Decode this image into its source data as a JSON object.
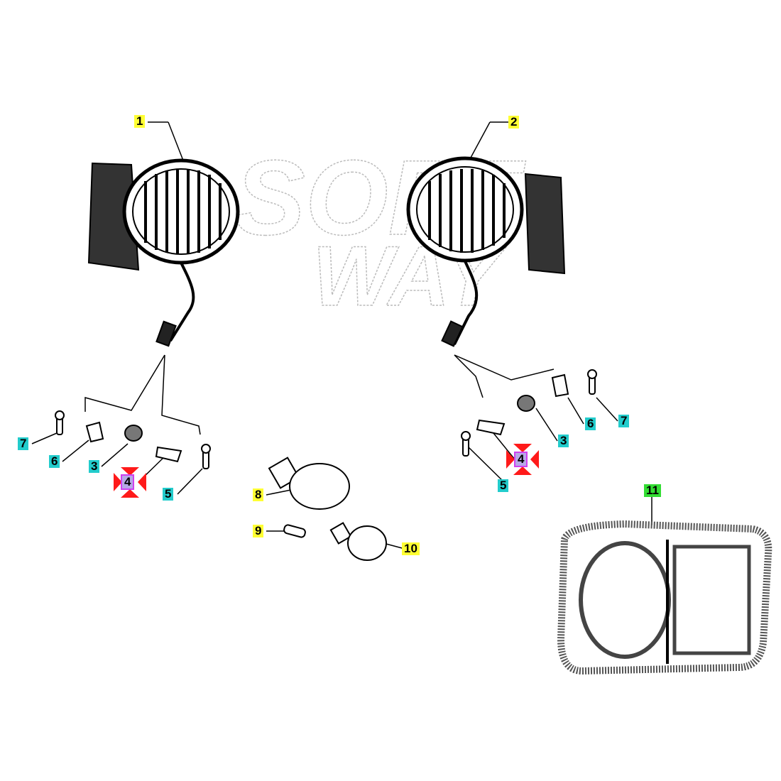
{
  "watermark": {
    "line1": "SOFT",
    "line2": "WAY"
  },
  "colors": {
    "main_part": "#ffff33",
    "small_part": "#22cccc",
    "selected": "#b7a8e8",
    "selected_border": "#d040f0",
    "selection_arrows": "#ff1a1a",
    "housing": "#33dd33"
  },
  "callouts": [
    {
      "id": "1",
      "label": "1",
      "part": "headlight-left"
    },
    {
      "id": "2",
      "label": "2",
      "part": "headlight-right"
    },
    {
      "id": "7a",
      "label": "7",
      "part": "screw"
    },
    {
      "id": "6a",
      "label": "6",
      "part": "clip"
    },
    {
      "id": "3a",
      "label": "3",
      "part": "grommet"
    },
    {
      "id": "4a",
      "label": "4",
      "part": "bracket"
    },
    {
      "id": "5a",
      "label": "5",
      "part": "screw"
    },
    {
      "id": "8",
      "label": "8",
      "part": "bulb-large"
    },
    {
      "id": "9",
      "label": "9",
      "part": "bulb-small"
    },
    {
      "id": "10",
      "label": "10",
      "part": "bulb-medium"
    },
    {
      "id": "5b",
      "label": "5",
      "part": "screw"
    },
    {
      "id": "4b",
      "label": "4",
      "part": "bracket"
    },
    {
      "id": "3b",
      "label": "3",
      "part": "grommet"
    },
    {
      "id": "6b",
      "label": "6",
      "part": "clip"
    },
    {
      "id": "7b",
      "label": "7",
      "part": "screw"
    },
    {
      "id": "11",
      "label": "11",
      "part": "headlight-housing"
    }
  ]
}
